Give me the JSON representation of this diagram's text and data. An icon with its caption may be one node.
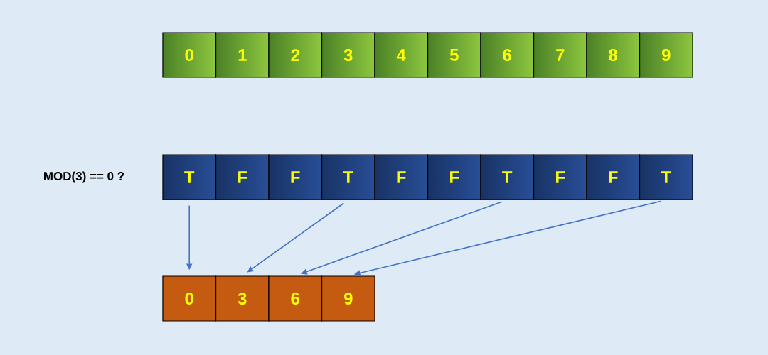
{
  "diagram": {
    "nodes": [
      {
        "text": [
          "0"
        ]
      },
      {
        "text": [
          "1"
        ]
      },
      {
        "text": [
          "2"
        ]
      },
      {
        "text": [
          "3"
        ]
      },
      {
        "text": [
          "4"
        ]
      },
      {
        "text": [
          "5"
        ]
      },
      {
        "text": [
          "6"
        ]
      },
      {
        "text": [
          "7"
        ]
      },
      {
        "text": [
          "8"
        ]
      },
      {
        "text": [
          "9"
        ]
      },
      {
        "text": [
          "T"
        ]
      },
      {
        "text": [
          "F"
        ]
      },
      {
        "text": [
          "F"
        ]
      },
      {
        "text": [
          "T"
        ]
      },
      {
        "text": [
          "F"
        ]
      },
      {
        "text": [
          "F"
        ]
      },
      {
        "text": [
          "T"
        ]
      },
      {
        "text": [
          "F"
        ]
      },
      {
        "text": [
          "F"
        ]
      },
      {
        "text": [
          "T"
        ]
      },
      {
        "text": [
          "0"
        ]
      },
      {
        "text": [
          "3"
        ]
      },
      {
        "text": [
          "6"
        ]
      },
      {
        "text": [
          "9"
        ]
      }
    ],
    "edges": [
      {
        "from": 10,
        "to": 20,
        "arrow": "to"
      },
      {
        "from": 13,
        "to": 21,
        "arrow": "to"
      },
      {
        "from": 16,
        "to": 22,
        "arrow": "to"
      },
      {
        "from": 19,
        "to": 23,
        "arrow": "to"
      }
    ],
    "labels": [
      "MOD(3) == 0 ?"
    ]
  }
}
